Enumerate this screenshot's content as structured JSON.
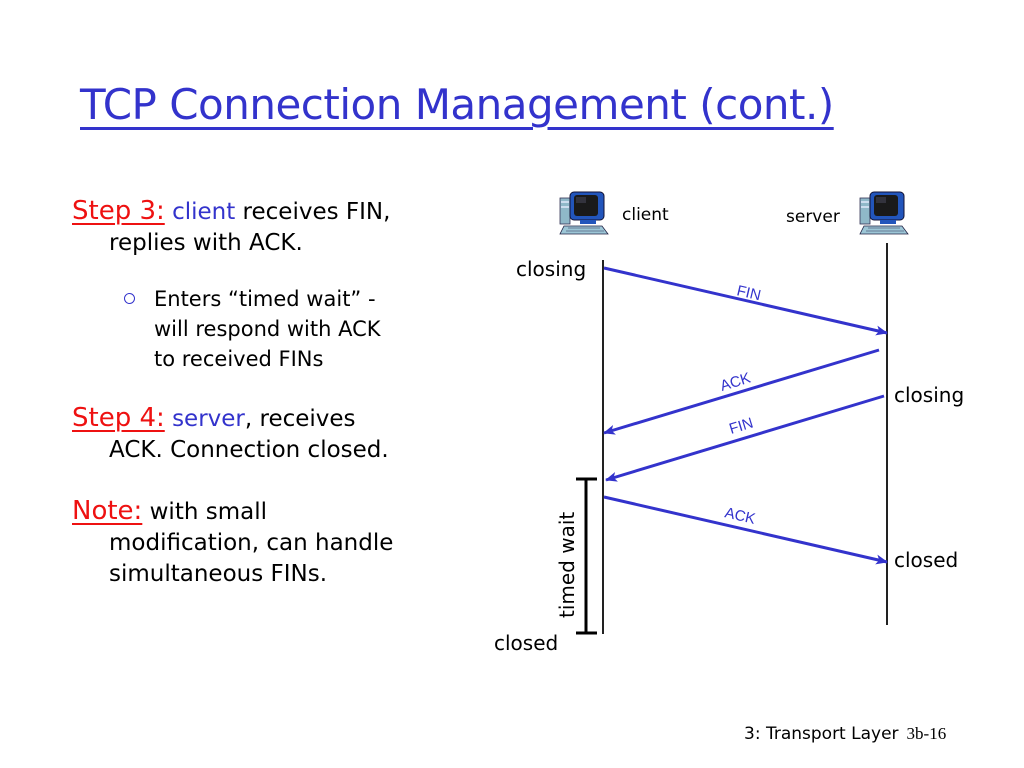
{
  "slide": {
    "title": "TCP Connection Management (cont.)",
    "step3": {
      "head": "Step 3:",
      "highlight": "client",
      "rest": " receives FIN,",
      "line2": "replies with ACK."
    },
    "step3_bullet": {
      "icon": "hollow-circle-bullet",
      "lines": [
        "Enters “timed wait” -",
        "will respond with ACK",
        "to received FINs"
      ]
    },
    "step4": {
      "head": "Step 4:",
      "highlight": "server",
      "rest": ", receives",
      "line2": "ACK.  Connection closed."
    },
    "note": {
      "head": "Note:",
      "rest": " with small",
      "lines": [
        "modification, can handle",
        "simultaneous FINs."
      ]
    },
    "footer": {
      "chapter": "3: Transport Layer",
      "page": "3b-16"
    }
  },
  "diagram": {
    "hosts": {
      "client": {
        "label": "client",
        "icon": "desktop-computer-icon"
      },
      "server": {
        "label": "server",
        "icon": "desktop-computer-icon"
      }
    },
    "states": {
      "client_closing": "closing",
      "server_closing": "closing",
      "server_closed": "closed",
      "client_closed": "closed",
      "timed_wait": "timed wait"
    },
    "messages": [
      {
        "label": "FIN",
        "from": "client",
        "to": "server"
      },
      {
        "label": "ACK",
        "from": "server",
        "to": "client"
      },
      {
        "label": "FIN",
        "from": "server",
        "to": "client"
      },
      {
        "label": "ACK",
        "from": "client",
        "to": "server"
      }
    ],
    "colors": {
      "arrow": "#3333cc",
      "title": "#3333cc",
      "heading": "#ee1111"
    }
  }
}
